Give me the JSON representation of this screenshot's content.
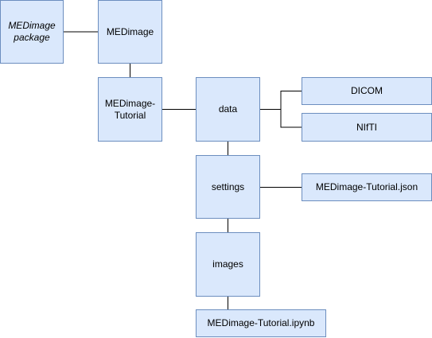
{
  "diagram": {
    "nodes": {
      "package": "MEDimage\npackage",
      "medimage": "MEDimage",
      "tutorial": "MEDimage-\nTutorial",
      "data": "data",
      "dicom": "DICOM",
      "nifti": "NIfTI",
      "settings": "settings",
      "json_file": "MEDimage-Tutorial.json",
      "images": "images",
      "ipynb_file": "MEDimage-Tutorial.ipynb"
    },
    "edges": [
      [
        "package",
        "medimage"
      ],
      [
        "medimage",
        "tutorial"
      ],
      [
        "tutorial",
        "data"
      ],
      [
        "data",
        "dicom"
      ],
      [
        "data",
        "nifti"
      ],
      [
        "data",
        "settings"
      ],
      [
        "settings",
        "json_file"
      ],
      [
        "settings",
        "images"
      ],
      [
        "images",
        "ipynb_file"
      ]
    ],
    "colors": {
      "node_fill": "#dae8fc",
      "node_border": "#6c8ebf",
      "edge": "#000000"
    }
  }
}
